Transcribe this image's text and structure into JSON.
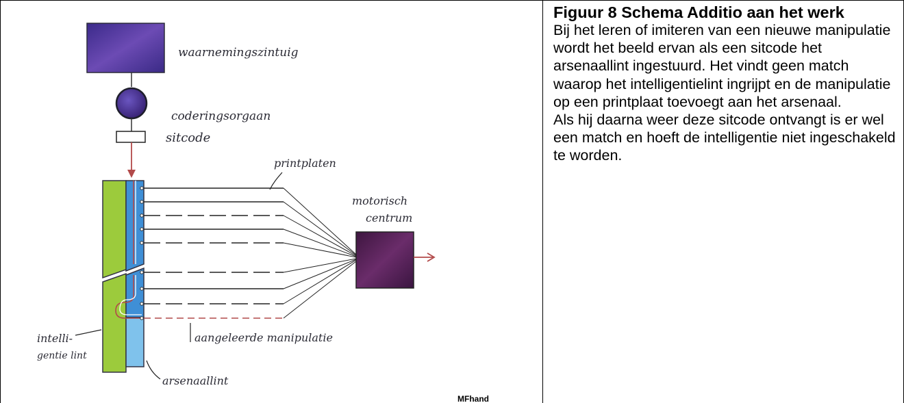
{
  "figure": {
    "labels": {
      "sense_organ": "waarnemingszintuig",
      "coding_organ": "coderingsorgaan",
      "sitcode": "sitcode",
      "printplates": "printplaten",
      "motor_center_line1": "motorisch",
      "motor_center_line2": "centrum",
      "learned_manipulation": "aangeleerde manipulatie",
      "intelligence_line1": "intelli-",
      "intelligence_line2": "gentie lint",
      "arsenal": "arsenaallint"
    },
    "colors": {
      "violet": "#4b2f8c",
      "dark_purple": "#4c1d4e",
      "green": "#9ccb3c",
      "blue": "#3f8fd6",
      "light_blue": "#7fc2ec",
      "red_arrow": "#b24a4a"
    },
    "credit": "MFhand"
  },
  "caption": {
    "title": "Figuur 8 Schema Additio aan het werk",
    "paragraph1": "Bij het leren of imiteren van een nieuwe manipulatie wordt het beeld ervan als een sitcode het arsenaallint ingestuurd. Het vindt geen match waarop het intelligentielint ingrijpt en de manipulatie op een printplaat toevoegt aan het arsenaal.",
    "paragraph2": "Als hij daarna weer deze sitcode ontvangt is er wel een match en hoeft de intelligentie niet ingeschakeld te worden."
  }
}
